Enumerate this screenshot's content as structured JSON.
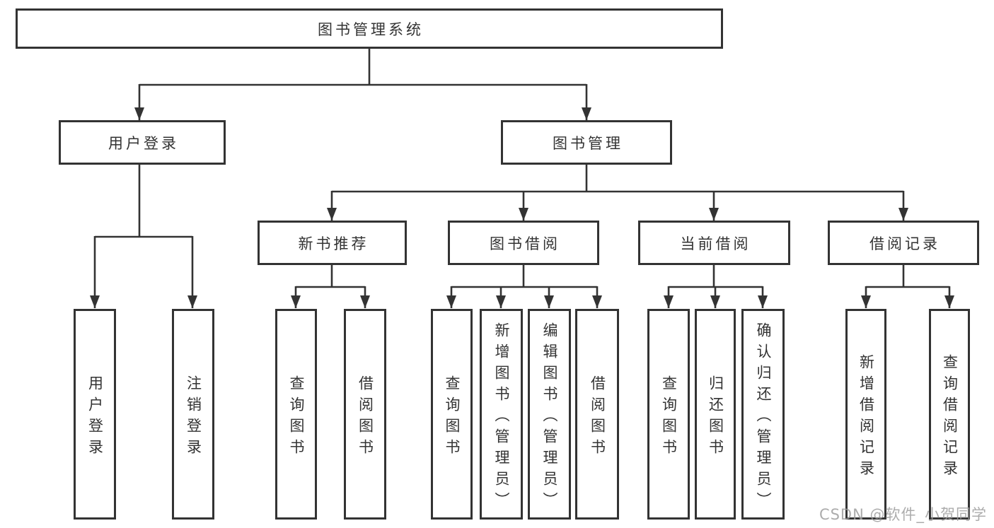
{
  "diagram_type": "hierarchy-tree",
  "colors": {
    "line": "#333333",
    "box_border": "#333333",
    "box_fill": "#ffffff",
    "text": "#333333",
    "background": "#ffffff",
    "watermark": "#9e9e9e"
  },
  "watermark": "CSDN @软件_小贺同学",
  "tree": {
    "label": "图书管理系统",
    "children": [
      {
        "label": "用户登录",
        "children": [
          {
            "label": "用户登录"
          },
          {
            "label": "注销登录"
          }
        ]
      },
      {
        "label": "图书管理",
        "children": [
          {
            "label": "新书推荐",
            "children": [
              {
                "label": "查询图书"
              },
              {
                "label": "借阅图书"
              }
            ]
          },
          {
            "label": "图书借阅",
            "children": [
              {
                "label": "查询图书"
              },
              {
                "label": "新增图书（管理员）"
              },
              {
                "label": "编辑图书（管理员）"
              },
              {
                "label": "借阅图书"
              }
            ]
          },
          {
            "label": "当前借阅",
            "children": [
              {
                "label": "查询图书"
              },
              {
                "label": "归还图书"
              },
              {
                "label": "确认归还（管理员）"
              }
            ]
          },
          {
            "label": "借阅记录",
            "children": [
              {
                "label": "新增借阅记录"
              },
              {
                "label": "查询借阅记录"
              }
            ]
          }
        ]
      }
    ]
  }
}
